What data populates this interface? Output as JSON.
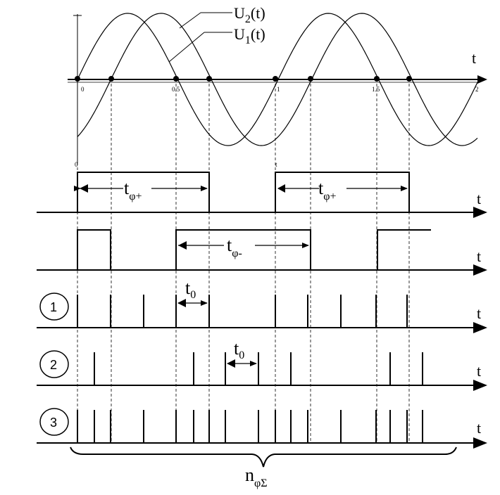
{
  "top": {
    "u2_main": "U",
    "u2_sub": "2",
    "u2_tail": "(t)",
    "u1_main": "U",
    "u1_sub": "1",
    "u1_tail": "(t)",
    "axis_t": "t",
    "ticks": [
      "0",
      "0.5",
      "1",
      "1.5",
      "2"
    ],
    "marker_left": "0",
    "marker_right": "t"
  },
  "tphi_plus": {
    "main": "t",
    "sub": "φ+"
  },
  "tphi_minus": {
    "main": "t",
    "sub": "φ-"
  },
  "t0": {
    "main": "t",
    "sub": "0"
  },
  "channels": [
    "1",
    "2",
    "3"
  ],
  "axis_t": "t",
  "sum": {
    "main": "n",
    "sub": "φΣ"
  }
}
